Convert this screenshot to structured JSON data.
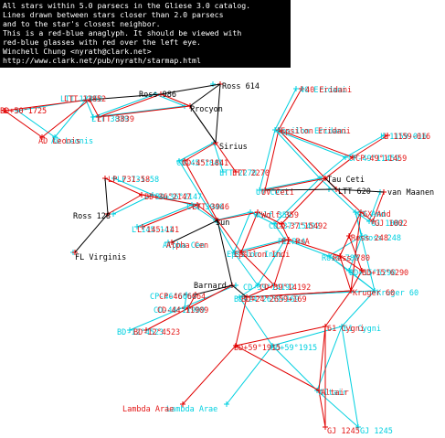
{
  "info": {
    "lines": [
      "All stars within 5.0 parsecs in the Gliese 3.0 catalog.",
      "Lines drawn between stars closer than 2.0 parsecs",
      "and to the star's closest neighbor.",
      "This is a red-blue anaglyph. It should be viewed with",
      "red-blue glasses with red over the left eye.",
      "Winchell Chung <nyrath@clark.net>",
      "http://www.clark.net/pub/nyrath/starmap.html"
    ]
  },
  "colors": {
    "background": "#ffffff",
    "red_channel": "#e00000",
    "cyan_channel": "#00d0e0",
    "center_lines": "#000000"
  },
  "labels": {
    "ross614": "Ross 614",
    "ross128": "Ross 128",
    "bd50": "BD+50°1725",
    "ltt12852": "LTT 12852",
    "ross986": "Ross 986",
    "ltt3839": "LTT 3839",
    "procyon": "Procyon",
    "ad_leonis": "AD Leonis",
    "sirius": "Sirius",
    "cd45": "CD-45°1841",
    "ltt2270": "LTT 2270",
    "eps_eridani_top": "40 Eridani",
    "eps_eridani": "Epsilon Eridani",
    "l1159": "L 1159-016",
    "cp49": "CP-49°11459",
    "tau_ceti": "Tau Ceti",
    "luv_ceti": "UV Ceti",
    "ltt620": "LTT 620",
    "van_maanen": "van Maanen",
    "lp731": "LP 731-58",
    "bd36": "BD+36°2147",
    "l145": "L 145-141",
    "ltt3946": "LTT 3946",
    "sun": "Sun",
    "alpha_cen": "Alpha Cen",
    "wolf359": "Wolf 359",
    "cd37": "CD-37°15492",
    "gx_and": "GX And",
    "gj1002": "GJ 1002",
    "ross248": "Ross 248",
    "epsilon_indi": "Epsilon Indi",
    "pi_psa": "Pi PsA",
    "fl_virginis": "FL Virginis",
    "cd39": "CD-39°14192",
    "ross780": "Ross 780",
    "bd15": "BD+15°6290",
    "barnard": "Barnard",
    "cp46": "CP-46°6664",
    "cd44": "CD-44°11909",
    "bd24": "BD+24°2659+169",
    "kruger60": "Kruger 60",
    "bd12": "BD-12°4523",
    "bd59": "BD+59°1915",
    "61cygni": "61 Cygni",
    "altair": "Altair",
    "lambda_arae": "Lambda Arae",
    "gj1245": "GJ 1245"
  }
}
